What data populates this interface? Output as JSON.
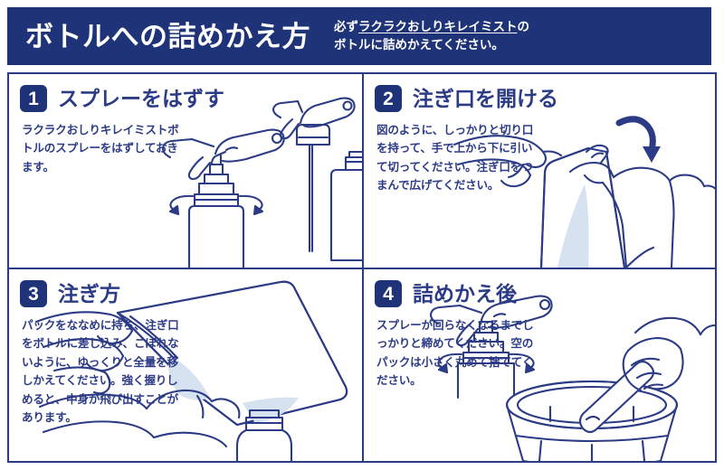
{
  "header": {
    "title": "ボトルへの詰めかえ方",
    "note_line1_prefix": "必ず",
    "note_line1_underlined": "ラクラクおしりキレイミスト",
    "note_line1_suffix": "の",
    "note_line2": "ボトルに詰めかえてください。",
    "background_color": "#1f3379",
    "text_color": "#ffffff"
  },
  "theme": {
    "navy": "#1f3379",
    "line_navy": "#2c3b86",
    "liquid_blue": "#d6e2f0",
    "white": "#ffffff"
  },
  "panels": [
    {
      "number": "1",
      "title": "スプレーをはずす",
      "body": "ラクラクおしりキレイミストボトルのスプレーをはずしておきます。",
      "illustration": "spray-head-removal-with-arrow"
    },
    {
      "number": "2",
      "title": "注ぎ口を開ける",
      "body": "図のように、しっかりと切り口を持って、手で上から下に引いて切ってください。注ぎ口をつまんで広げてください。",
      "illustration": "two-hands-tearing-pouch-spout"
    },
    {
      "number": "3",
      "title": "注ぎ方",
      "body": "パックをななめに持ち、注ぎ口をボトルに差し込み、こぼれないように、ゆっくりと全量を移しかえてください。強く握りしめると、中身が飛び出すことがあります。",
      "illustration": "hands-pouring-pouch-into-bottle"
    },
    {
      "number": "4",
      "title": "詰めかえ後",
      "body": "スプレーが回らなくなるまでしっかりと締めてください。空のパックは小さく丸めて捨ててください。",
      "illustration": "tighten-sprayer-and-discard-pouch"
    }
  ]
}
